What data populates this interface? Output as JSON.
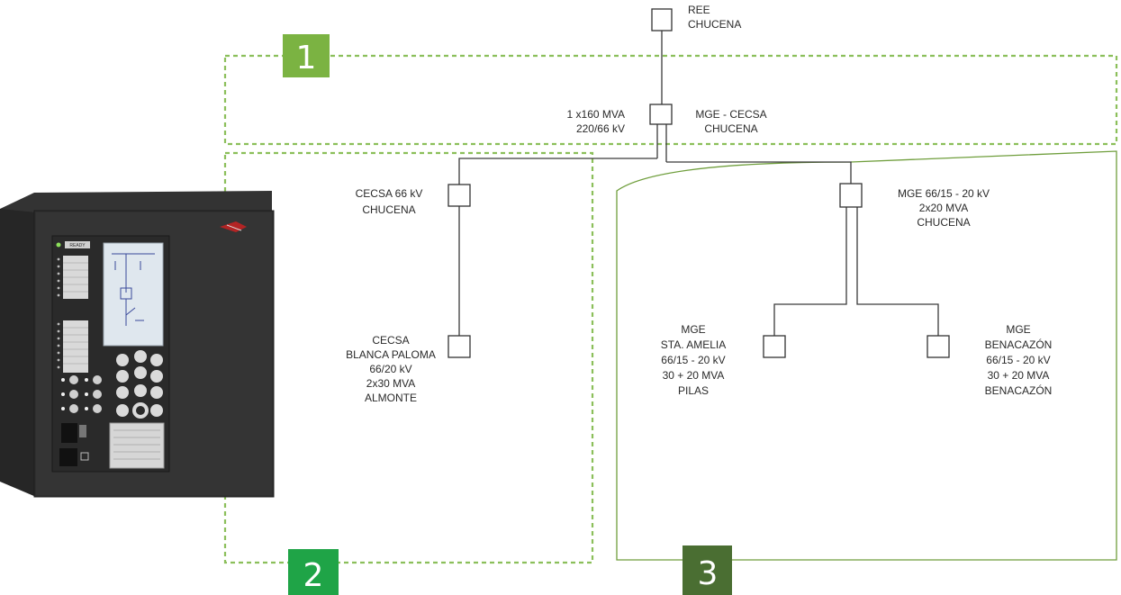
{
  "colors": {
    "zone_dashed": "#8bbf5a",
    "zone3_border": "#6f9e3c",
    "badge1": "#7bb342",
    "badge2": "#1fa447",
    "badge3": "#4a6e32",
    "wire": "#3a3a3a"
  },
  "zones": [
    {
      "badge": "1"
    },
    {
      "badge": "2"
    },
    {
      "badge": "3"
    }
  ],
  "nodes": {
    "ree": {
      "line1": "REE",
      "line2": "CHUCENA"
    },
    "transformer": {
      "left1": "1 x160 MVA",
      "left2": "220/66 kV",
      "right1": "MGE - CECSA",
      "right2": "CHUCENA"
    },
    "cecsa_chucena": {
      "line1": "CECSA 66 kV",
      "line2": "CHUCENA"
    },
    "blanca_paloma": {
      "line1": "CECSA",
      "line2": "BLANCA PALOMA",
      "line3": "66/20 kV",
      "line4": "2x30 MVA",
      "line5": "ALMONTE"
    },
    "mge_chucena": {
      "line1": "MGE 66/15 - 20 kV",
      "line2": "2x20 MVA",
      "line3": "CHUCENA"
    },
    "sta_amelia": {
      "line1": "MGE",
      "line2": "STA. AMELIA",
      "line3": "66/15 - 20 kV",
      "line4": "30 + 20 MVA",
      "line5": "PILAS"
    },
    "benacazon": {
      "line1": "MGE",
      "line2": "BENACAZÓN",
      "line3": "66/15 - 20 kV",
      "line4": "30 + 20 MVA",
      "line5": "BENACAZÓN"
    }
  },
  "device": {
    "status_label": "READY"
  }
}
